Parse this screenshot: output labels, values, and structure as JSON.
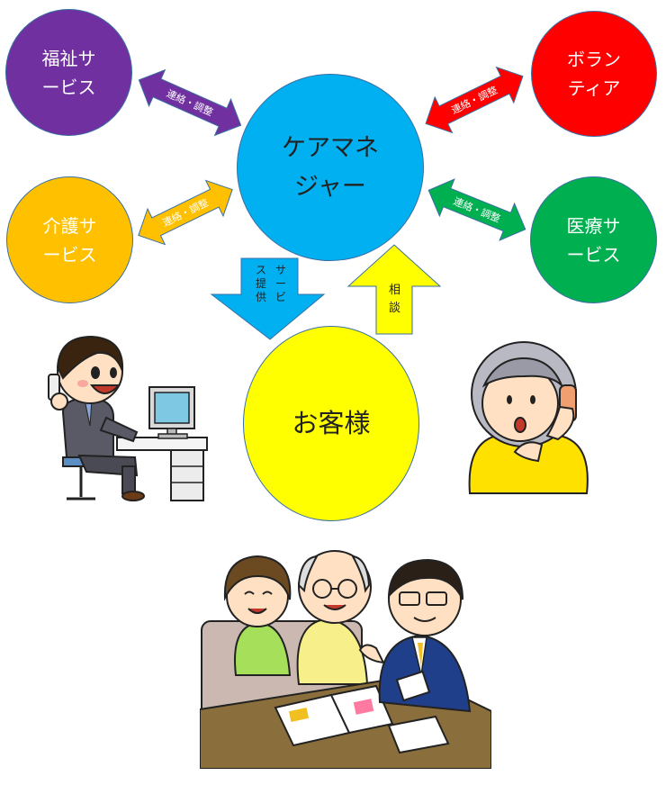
{
  "nodes": {
    "care_manager": {
      "label": "ケアマネ\nジャー",
      "color": "#00B0F0"
    },
    "welfare": {
      "label": "福祉サ\nービス",
      "color": "#7030A0"
    },
    "volunteer": {
      "label": "ボラン\nティア",
      "color": "#FF0000"
    },
    "nursing": {
      "label": "介護サ\nービス",
      "color": "#FFC000"
    },
    "medical": {
      "label": "医療サ\nービス",
      "color": "#00B050"
    },
    "customer": {
      "label": "お客様",
      "color": "#FFFF00"
    }
  },
  "arrows": {
    "welfare_link": {
      "label": "連絡・調整",
      "color": "#7030A0"
    },
    "volunteer_link": {
      "label": "連絡・調整",
      "color": "#FF0000"
    },
    "nursing_link": {
      "label": "連絡・調整",
      "color": "#FFC000"
    },
    "medical_link": {
      "label": "連絡・調整",
      "color": "#00B050"
    },
    "service_provision": {
      "col1": "サービ",
      "col2": "ス提供",
      "color": "#00B0F0"
    },
    "consultation": {
      "label": "相談",
      "color": "#FFFF00"
    }
  }
}
